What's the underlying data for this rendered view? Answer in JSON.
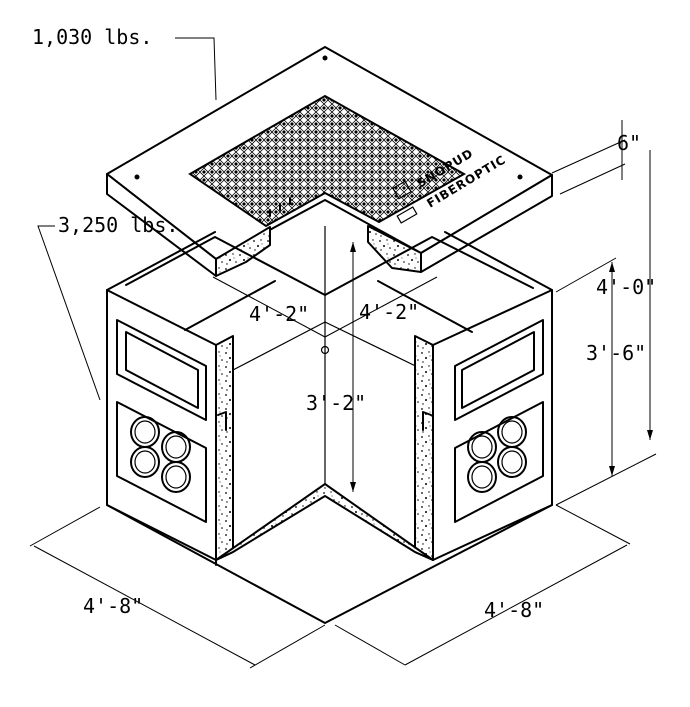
{
  "labels": {
    "lid_weight": "1,030 lbs.",
    "box_weight": "3,250 lbs.",
    "lid_thickness": "6\"",
    "overall_height": "4'-0\"",
    "body_height": "3'-6\"",
    "interior_depth": "3'-2\"",
    "inner_width_left": "4'-2\"",
    "inner_width_right": "4'-2\"",
    "outer_width_left": "4'-8\"",
    "outer_width_right": "4'-8\""
  },
  "lid_text": {
    "line1": "SNOPUD",
    "line2": "FIBEROPTIC"
  }
}
